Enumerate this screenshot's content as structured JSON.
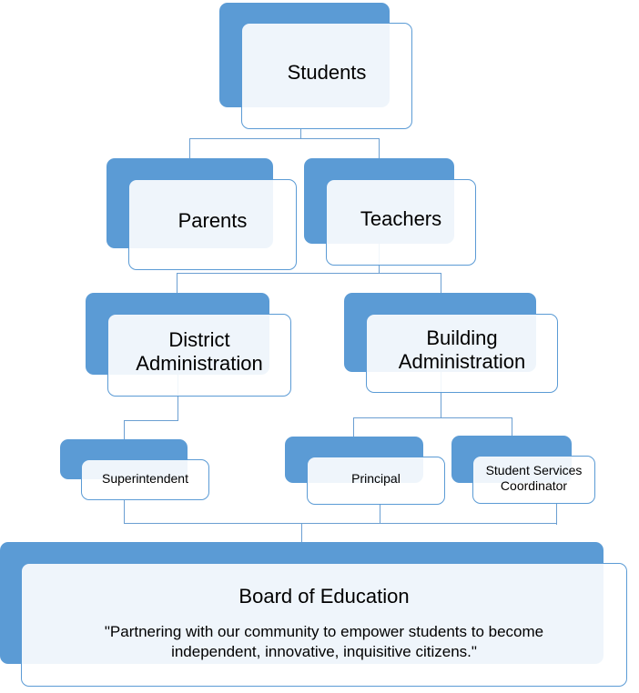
{
  "diagram": {
    "type": "organizational-hierarchy",
    "colors": {
      "accent": "#5b9bd5",
      "card_fill": "#eef3fb",
      "text": "#000000"
    },
    "nodes": {
      "students": {
        "label": "Students"
      },
      "parents": {
        "label": "Parents"
      },
      "teachers": {
        "label": "Teachers"
      },
      "district_admin": {
        "line1": "District",
        "line2": "Administration"
      },
      "building_admin": {
        "line1": "Building",
        "line2": "Administration"
      },
      "superintendent": {
        "label": "Superintendent"
      },
      "principal": {
        "label": "Principal"
      },
      "student_services": {
        "line1": "Student Services",
        "line2": "Coordinator"
      },
      "board": {
        "label": "Board of Education",
        "mission_line1": "\"Partnering with our community to empower students to become",
        "mission_line2": "independent, innovative, inquisitive citizens.\""
      }
    },
    "edges": [
      [
        "students",
        "parents"
      ],
      [
        "students",
        "teachers"
      ],
      [
        "teachers",
        "district_admin"
      ],
      [
        "teachers",
        "building_admin"
      ],
      [
        "district_admin",
        "superintendent"
      ],
      [
        "building_admin",
        "principal"
      ],
      [
        "building_admin",
        "student_services"
      ],
      [
        "superintendent",
        "board"
      ],
      [
        "principal",
        "board"
      ],
      [
        "student_services",
        "board"
      ]
    ]
  }
}
